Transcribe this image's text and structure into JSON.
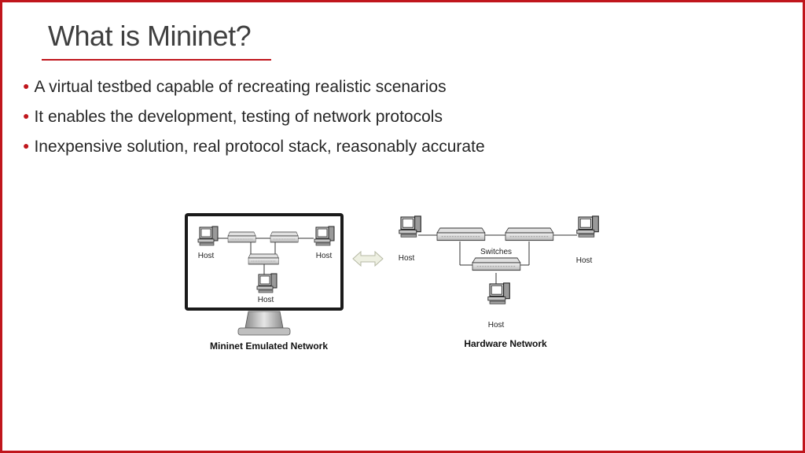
{
  "slide": {
    "title": "What is Mininet?",
    "accent_color": "#c0161c",
    "bullets": [
      "A virtual testbed capable of recreating realistic scenarios",
      "It enables the development, testing of network protocols",
      "Inexpensive solution, real protocol stack, reasonably accurate"
    ]
  },
  "diagram": {
    "emulated": {
      "host_left": "Host",
      "host_right": "Host",
      "host_bottom": "Host",
      "caption": "Mininet Emulated Network"
    },
    "hardware": {
      "host_left": "Host",
      "host_right": "Host",
      "host_bottom": "Host",
      "switches_label": "Switches",
      "caption": "Hardware Network"
    },
    "arrow_icon": "double-arrow-icon"
  }
}
